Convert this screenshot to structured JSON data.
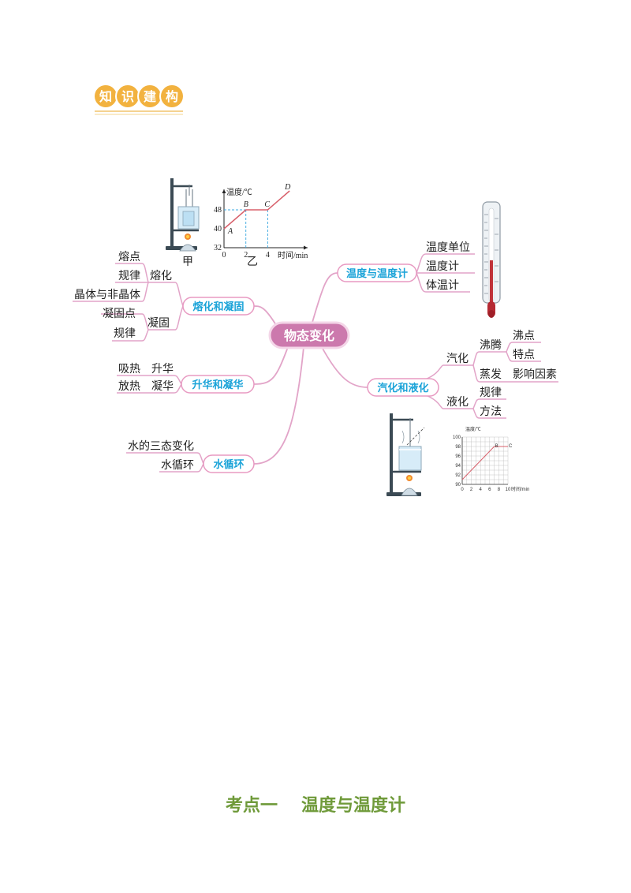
{
  "badge": {
    "chars": [
      "知",
      "识",
      "建",
      "构"
    ]
  },
  "center": {
    "label": "物态变化"
  },
  "nodes": {
    "temperature": "温度与温度计",
    "melting": "熔化和凝固",
    "sublimation": "升华和凝华",
    "vaporization": "汽化和液化",
    "water_cycle": "水循环"
  },
  "leaves": {
    "temp_unit": "温度单位",
    "thermometer": "温度计",
    "body_thermometer": "体温计",
    "melting_point": "熔点",
    "melting_rule": "规律",
    "melting_sub": "熔化",
    "crystal": "晶体与非晶体",
    "freezing_point": "凝固点",
    "freezing_sub": "凝固",
    "freezing_rule": "规律",
    "absorb": "吸热",
    "sublime": "升华",
    "release": "放热",
    "deposit": "凝华",
    "vaporize": "汽化",
    "boil": "沸腾",
    "boiling_point": "沸点",
    "features": "特点",
    "evaporate": "蒸发",
    "factors": "影响因素",
    "liquefy": "液化",
    "liquefy_rule": "规律",
    "method": "方法",
    "three_states": "水的三态变化",
    "water_cycle": "水循环"
  },
  "figure_melting": {
    "apparatus_label": "甲",
    "graph_label": "乙",
    "chart_data": {
      "type": "line",
      "ylabel": "温度/℃",
      "xlabel": "时间/min",
      "y_ticks": [
        "48",
        "40",
        "32"
      ],
      "x_ticks": [
        "0",
        "2",
        "4"
      ],
      "point_labels": [
        "A",
        "B",
        "C",
        "D"
      ],
      "x": [
        0,
        2,
        4,
        6
      ],
      "y": [
        40,
        48,
        48,
        56
      ],
      "xlim": [
        0,
        7
      ],
      "ylim": [
        32,
        58
      ]
    }
  },
  "figure_boiling": {
    "chart_data": {
      "type": "line",
      "ylabel": "温度/℃",
      "xlabel": "时间/min",
      "y_ticks": [
        "100",
        "98",
        "96",
        "94",
        "92",
        "90"
      ],
      "x_ticks": [
        "0",
        "2",
        "4",
        "6",
        "8",
        "10"
      ],
      "point_labels": [
        "B",
        "C"
      ],
      "x": [
        0,
        7,
        10
      ],
      "y": [
        91,
        98,
        98
      ],
      "xlim": [
        0,
        10
      ],
      "ylim": [
        90,
        100
      ]
    }
  },
  "section": {
    "part1": "考点一",
    "part2": "温度与温度计"
  },
  "colors": {
    "branch": "#e2a4c8",
    "node_border": "#e89ac2",
    "node_text": "#1aa3d8",
    "center_fill": "#cc79ad",
    "graph_line": "#d8606b",
    "guide_line": "#3aa8e0",
    "badge_fill": "#f2b23f",
    "section_title": "#6f9a3a"
  }
}
